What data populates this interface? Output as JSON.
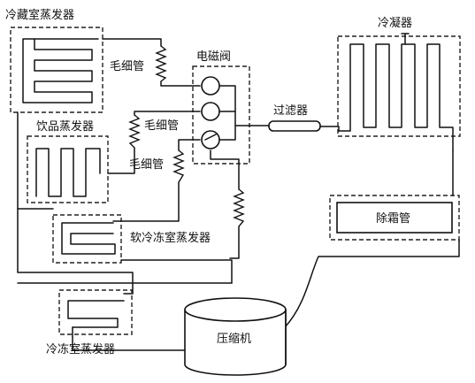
{
  "labels": {
    "fridge_evaporator": "冷藏室蒸发器",
    "capillary_1": "毛细管",
    "solenoid_valve": "电磁阀",
    "condenser": "冷凝器",
    "beverage_evaporator": "饮品蒸发器",
    "capillary_2": "毛细管",
    "filter": "过滤器",
    "capillary_3": "毛细管",
    "defrost_tube": "除霜管",
    "soft_freeze_evaporator": "软冷冻室蒸发器",
    "compressor": "压缩机",
    "freezer_evaporator": "冷冻室蒸发器"
  }
}
